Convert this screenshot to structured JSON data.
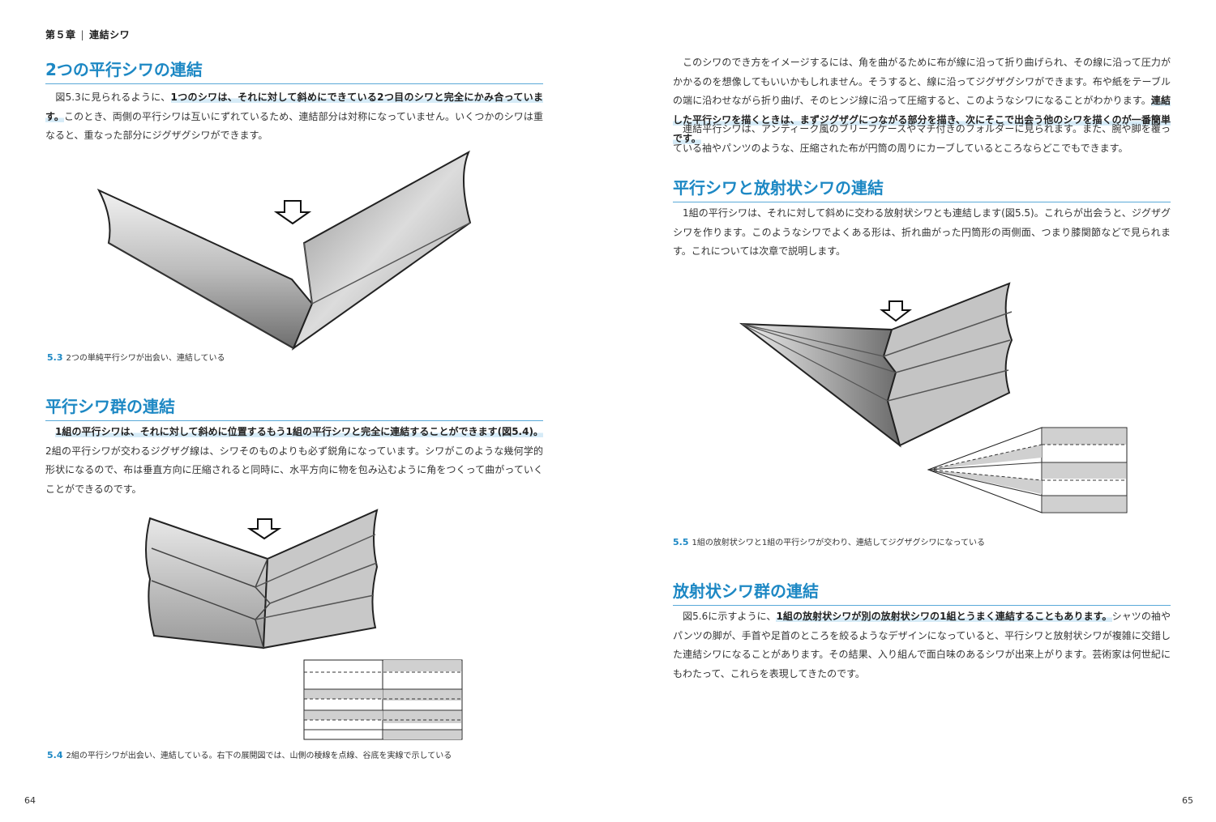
{
  "left_page": {
    "running_head": {
      "chapter": "第５章",
      "separator": "|",
      "title": "連結シワ"
    },
    "sections": [
      {
        "title": "2つの平行シワの連結",
        "paragraph": [
          {
            "text": "　図5.3に見られるように、"
          },
          {
            "text": "1つのシワは、それに対して斜めにできている2つ目のシワと完全にかみ合っています。",
            "highlight": true
          },
          {
            "text": "このとき、両側の平行シワは互いにずれているため、連結部分は対称になっていません。いくつかのシワは重なると、重なった部分にジグザグシワができます。"
          }
        ]
      },
      {
        "title": "平行シワ群の連結",
        "paragraph": [
          {
            "text": "　"
          },
          {
            "text": "1組の平行シワは、それに対して斜めに位置するもう1組の平行シワと完全に連結することができます(図5.4)。",
            "highlight": true
          },
          {
            "text": "2組の平行シワが交わるジグザグ線は、シワそのものよりも必ず鋭角になっています。シワがこのような幾何学的形状になるので、布は垂直方向に圧縮されると同時に、水平方向に物を包み込むように角をつくって曲がっていくことができるのです。"
          }
        ]
      }
    ],
    "figures": [
      {
        "number": "5.3",
        "caption": "2つの単純平行シワが出会い、連結している"
      },
      {
        "number": "5.4",
        "caption": "2組の平行シワが出会い、連結している。右下の展開図では、山側の稜線を点線、谷底を実線で示している"
      }
    ],
    "page_number": "64"
  },
  "right_page": {
    "intro_paragraphs": [
      [
        {
          "text": "　このシワのでき方をイメージするには、角を曲がるために布が線に沿って折り曲げられ、その線に沿って圧力がかかるのを想像してもいいかもしれません。そうすると、線に沿ってジグザグシワができます。布や紙をテーブルの端に沿わせながら折り曲げ、そのヒンジ線に沿って圧縮すると、このようなシワになることがわかります。"
        },
        {
          "text": "連結した平行シワを描くときは、まずジグザグにつながる部分を描き、次にそこで出会う他のシワを描くのが一番簡単です。",
          "highlight": true
        }
      ],
      [
        {
          "text": "　連結平行シワは、アンティーク風のブリーフケースやマチ付きのフォルダーに見られます。また、腕や脚を覆っている袖やパンツのような、圧縮された布が円筒の周りにカーブしているところならどこでもできます。"
        }
      ]
    ],
    "sections": [
      {
        "title": "平行シワと放射状シワの連結",
        "paragraph": [
          {
            "text": "　1組の平行シワは、それに対して斜めに交わる放射状シワとも連結します(図5.5)。これらが出会うと、ジグザグシワを作ります。このようなシワでよくある形は、折れ曲がった円筒形の両側面、つまり膝関節などで見られます。これについては次章で説明します。"
          }
        ]
      },
      {
        "title": "放射状シワ群の連結",
        "paragraph": [
          {
            "text": "　図5.6に示すように、"
          },
          {
            "text": "1組の放射状シワが別の放射状シワの1組とうまく連結することもあります。",
            "highlight": true
          },
          {
            "text": "シャツの袖やパンツの脚が、手首や足首のところを絞るようなデザインになっていると、平行シワと放射状シワが複雑に交錯した連結シワになることがあります。その結果、入り組んで面白味のあるシワが出来上がります。芸術家は何世紀にもわたって、これらを表現してきたのです。"
          }
        ]
      }
    ],
    "figure": {
      "number": "5.5",
      "caption": "1組の放射状シワと1組の平行シワが交わり、連結してジグザグシワになっている"
    },
    "page_number": "65"
  },
  "colors": {
    "accent": "#1d88c4",
    "highlight": "#d6ebf7",
    "text": "#333333"
  },
  "icons": [
    "down-arrow-icon"
  ]
}
